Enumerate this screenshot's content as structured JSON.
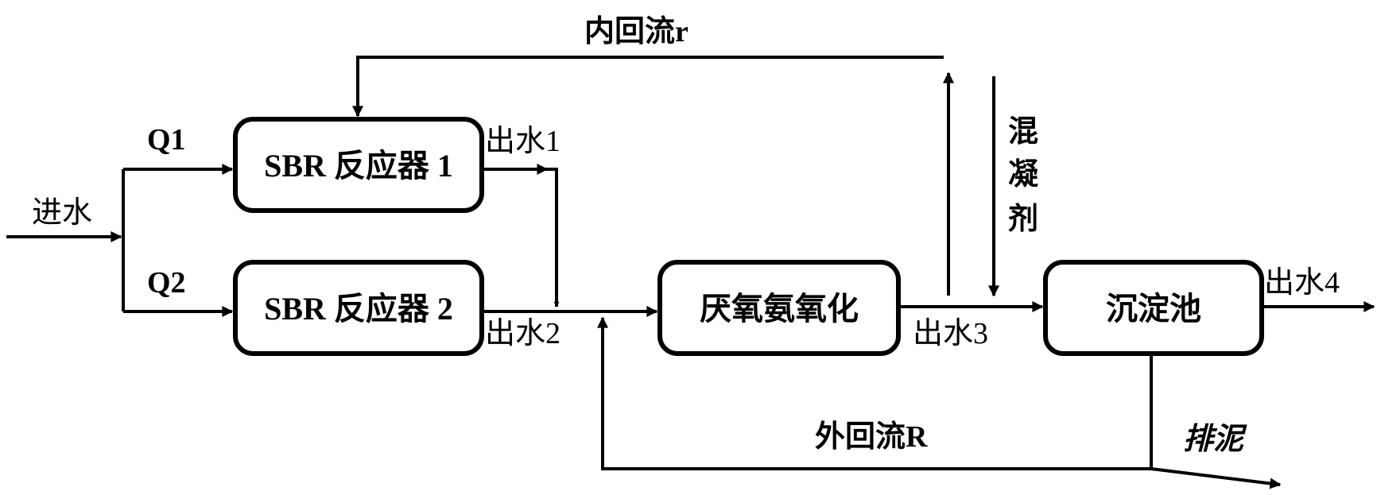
{
  "nodes": {
    "sbr1": "SBR 反应器 1",
    "sbr2": "SBR 反应器 2",
    "anammox": "厌氧氨氧化",
    "settler": "沉淀池"
  },
  "labels": {
    "influent": "进水",
    "q1": "Q1",
    "q2": "Q2",
    "effluent1": "出水1",
    "effluent2": "出水2",
    "effluent3": "出水3",
    "effluent4": "出水4",
    "internal_recycle": "内回流r",
    "external_recycle": "外回流R",
    "sludge_discharge": "排泥",
    "coagulant_1": "混",
    "coagulant_2": "凝",
    "coagulant_3": "剂"
  }
}
